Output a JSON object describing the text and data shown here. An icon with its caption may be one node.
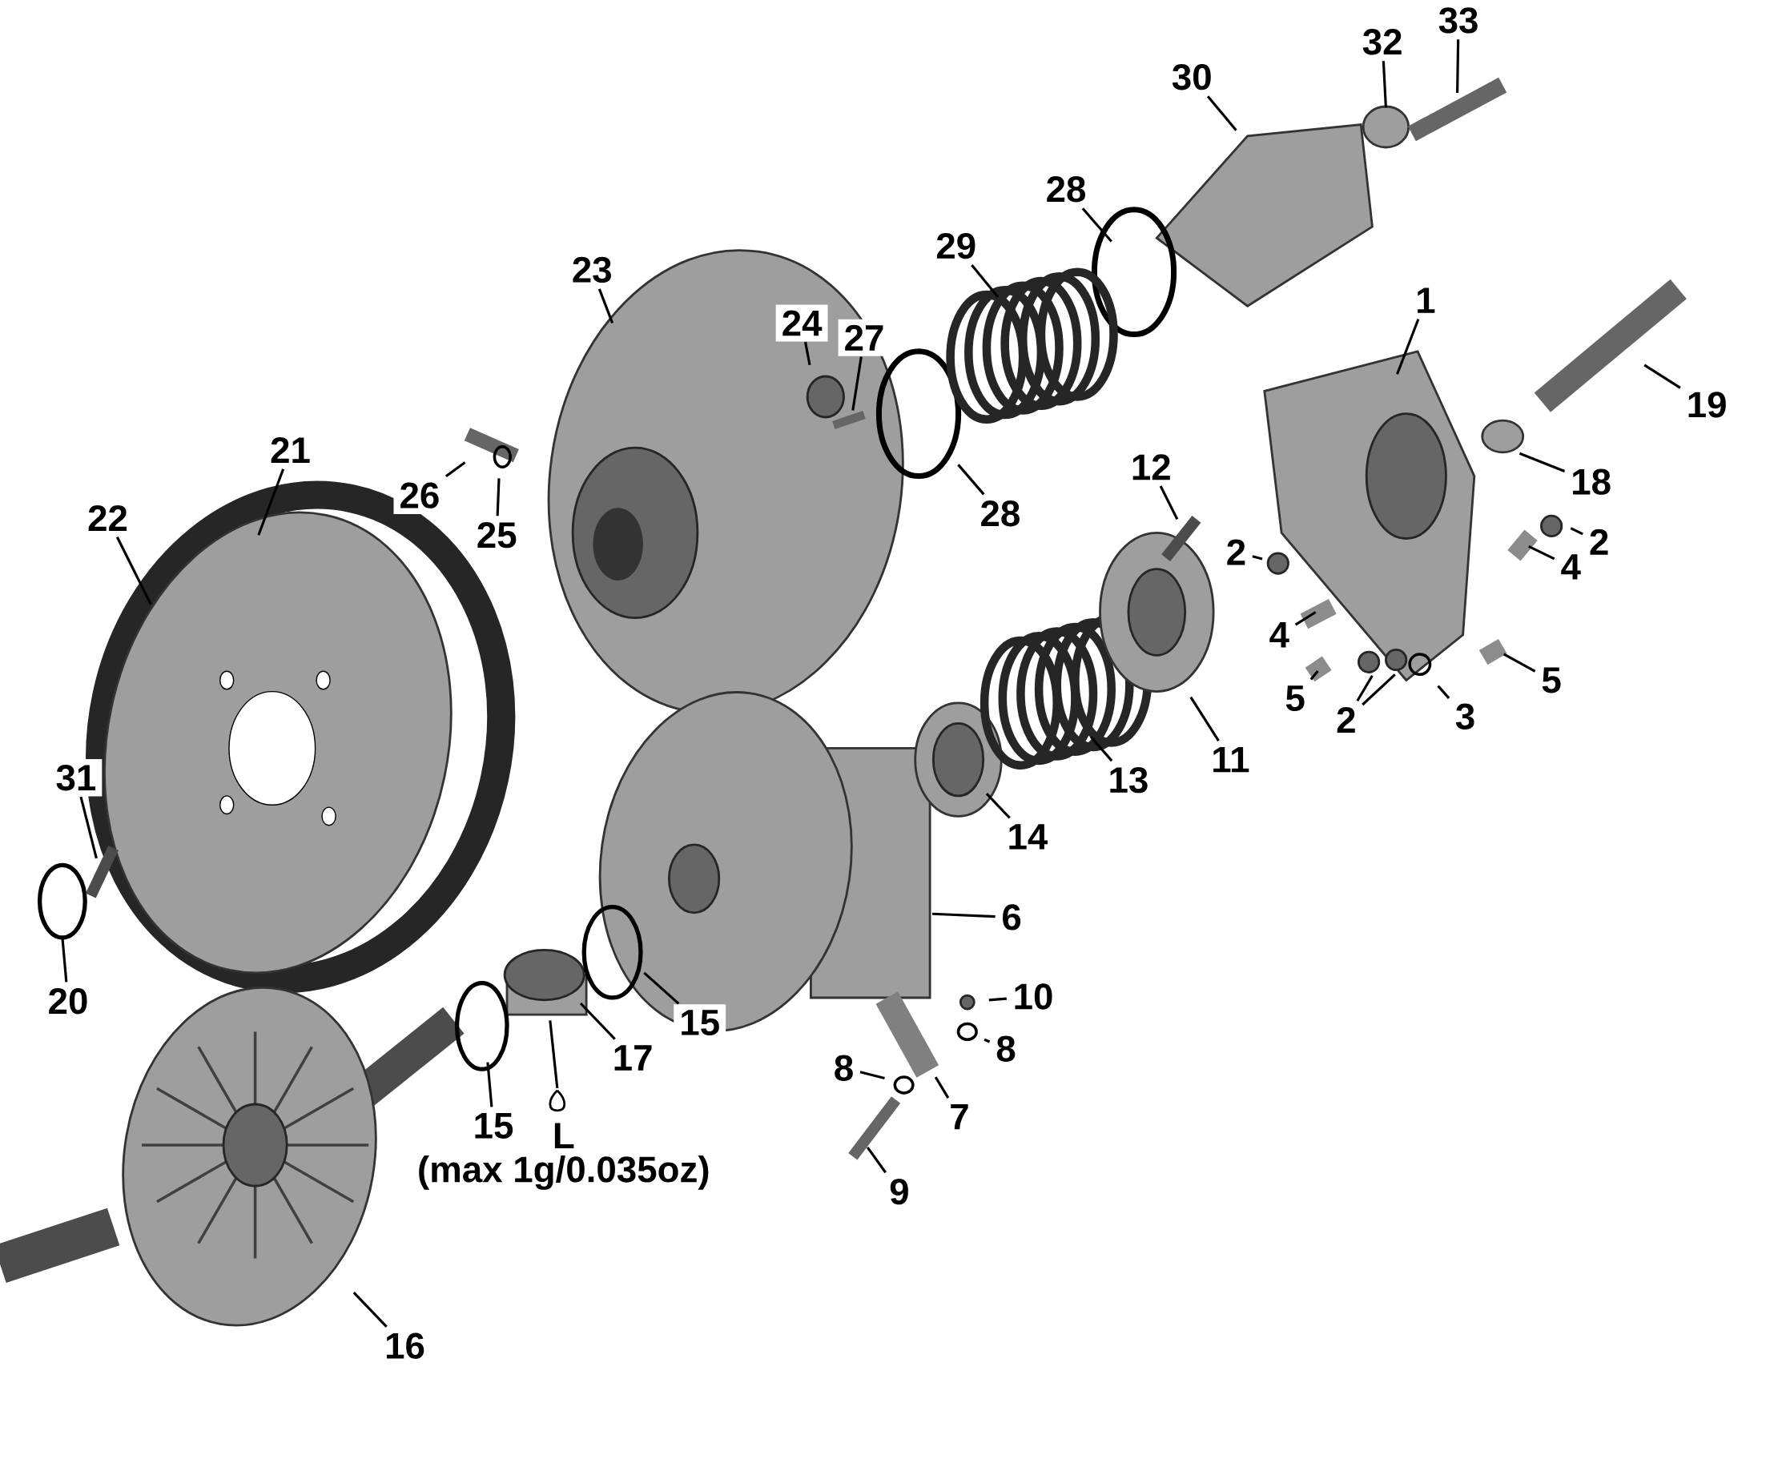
{
  "diagram": {
    "nodes": [
      {
        "text": [
          "1"
        ]
      },
      {
        "text": [
          "2"
        ]
      },
      {
        "text": [
          "2"
        ]
      },
      {
        "text": [
          "2"
        ]
      },
      {
        "text": [
          "3"
        ]
      },
      {
        "text": [
          "4"
        ]
      },
      {
        "text": [
          "4"
        ]
      },
      {
        "text": [
          "5"
        ]
      },
      {
        "text": [
          "5"
        ]
      },
      {
        "text": [
          "6"
        ]
      },
      {
        "text": [
          "7"
        ]
      },
      {
        "text": [
          "8"
        ]
      },
      {
        "text": [
          "8"
        ]
      },
      {
        "text": [
          "9"
        ]
      },
      {
        "text": [
          "10"
        ]
      },
      {
        "text": [
          "11"
        ]
      },
      {
        "text": [
          "12"
        ]
      },
      {
        "text": [
          "13"
        ]
      },
      {
        "text": [
          "14"
        ]
      },
      {
        "text": [
          "15"
        ]
      },
      {
        "text": [
          "15"
        ]
      },
      {
        "text": [
          "16"
        ]
      },
      {
        "text": [
          "17"
        ]
      },
      {
        "text": [
          "18"
        ]
      },
      {
        "text": [
          "19"
        ]
      },
      {
        "text": [
          "20"
        ]
      },
      {
        "text": [
          "21"
        ]
      },
      {
        "text": [
          "22"
        ]
      },
      {
        "text": [
          "23"
        ]
      },
      {
        "text": [
          "24"
        ]
      },
      {
        "text": [
          "25"
        ]
      },
      {
        "text": [
          "26"
        ]
      },
      {
        "text": [
          "27"
        ]
      },
      {
        "text": [
          "28"
        ]
      },
      {
        "text": [
          "28"
        ]
      },
      {
        "text": [
          "29"
        ]
      },
      {
        "text": [
          "30"
        ]
      },
      {
        "text": [
          "31"
        ]
      },
      {
        "text": [
          "32"
        ]
      },
      {
        "text": [
          "33"
        ]
      },
      {
        "text": [
          "L",
          "(max 1g/0.035oz)"
        ]
      }
    ],
    "edges": [
      {
        "from": 0,
        "to": null,
        "arrow": "none"
      },
      {
        "from": 1,
        "to": null,
        "arrow": "none"
      },
      {
        "from": 2,
        "to": null,
        "arrow": "none"
      },
      {
        "from": 3,
        "to": null,
        "arrow": "none"
      },
      {
        "from": 3,
        "to": null,
        "arrow": "none"
      },
      {
        "from": 4,
        "to": null,
        "arrow": "none"
      },
      {
        "from": 5,
        "to": null,
        "arrow": "none"
      },
      {
        "from": 6,
        "to": null,
        "arrow": "none"
      },
      {
        "from": 7,
        "to": null,
        "arrow": "none"
      },
      {
        "from": 8,
        "to": null,
        "arrow": "none"
      },
      {
        "from": 9,
        "to": null,
        "arrow": "none"
      },
      {
        "from": 10,
        "to": null,
        "arrow": "none"
      },
      {
        "from": 11,
        "to": null,
        "arrow": "none"
      },
      {
        "from": 12,
        "to": null,
        "arrow": "none"
      },
      {
        "from": 13,
        "to": null,
        "arrow": "none"
      },
      {
        "from": 14,
        "to": null,
        "arrow": "none"
      },
      {
        "from": 15,
        "to": null,
        "arrow": "none"
      },
      {
        "from": 16,
        "to": null,
        "arrow": "none"
      },
      {
        "from": 17,
        "to": null,
        "arrow": "none"
      },
      {
        "from": 18,
        "to": null,
        "arrow": "none"
      },
      {
        "from": 19,
        "to": null,
        "arrow": "none"
      },
      {
        "from": 20,
        "to": null,
        "arrow": "none"
      },
      {
        "from": 21,
        "to": null,
        "arrow": "none"
      },
      {
        "from": 22,
        "to": null,
        "arrow": "none"
      },
      {
        "from": 23,
        "to": null,
        "arrow": "none"
      },
      {
        "from": 24,
        "to": null,
        "arrow": "none"
      },
      {
        "from": 25,
        "to": null,
        "arrow": "none"
      },
      {
        "from": 26,
        "to": null,
        "arrow": "none"
      },
      {
        "from": 27,
        "to": null,
        "arrow": "none"
      },
      {
        "from": 28,
        "to": null,
        "arrow": "none"
      },
      {
        "from": 29,
        "to": null,
        "arrow": "none"
      },
      {
        "from": 30,
        "to": null,
        "arrow": "none"
      },
      {
        "from": 31,
        "to": null,
        "arrow": "none"
      },
      {
        "from": 32,
        "to": null,
        "arrow": "none"
      },
      {
        "from": 33,
        "to": null,
        "arrow": "none"
      },
      {
        "from": 34,
        "to": null,
        "arrow": "none"
      },
      {
        "from": 35,
        "to": null,
        "arrow": "none"
      },
      {
        "from": 36,
        "to": null,
        "arrow": "none"
      },
      {
        "from": 37,
        "to": null,
        "arrow": "none"
      },
      {
        "from": 38,
        "to": null,
        "arrow": "none"
      },
      {
        "from": 39,
        "to": null,
        "arrow": "none"
      },
      {
        "from": 40,
        "to": null,
        "arrow": "none"
      }
    ]
  }
}
